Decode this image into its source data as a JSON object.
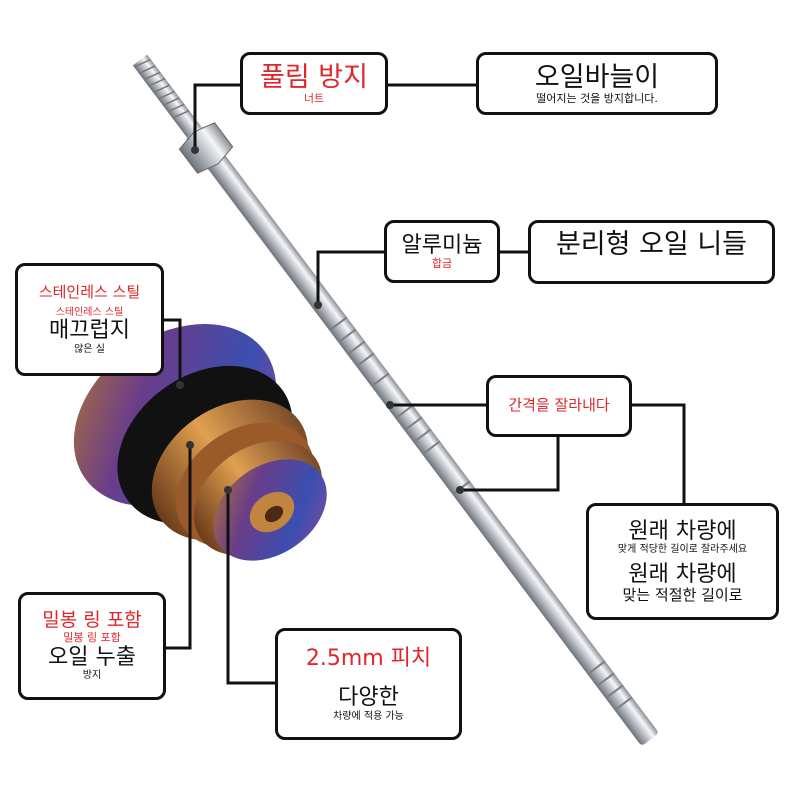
{
  "labels": {
    "anti_loosen": {
      "title": "풀림 방지",
      "sub": "너트"
    },
    "oil_needle": {
      "title": "오일바늘이",
      "sub": "떨어지는 것을 방지합니다."
    },
    "aluminum": {
      "title": "알루미늄",
      "sub": "합금"
    },
    "detachable": {
      "title": "분리형 오일 니들"
    },
    "cut_gap": {
      "title": "간격을 잘라내다"
    },
    "original_vehicle": {
      "title1": "원래 차량에",
      "sub1": "맞게 적당한 길이로 잘라주세요",
      "title2": "원래 차량에",
      "sub2": "맞는 적절한 길이로"
    },
    "stainless": {
      "red1": "스테인레스 스틸",
      "red2": "스테인레스 스틸",
      "title": "매끄럽지",
      "sub": "않은 실"
    },
    "seal_ring": {
      "red1": "밀봉 링 포함",
      "red2": "밀봉 링 포함",
      "title": "오일 누출",
      "sub": "방지"
    },
    "pitch": {
      "red": "2.5mm 피치",
      "title": "다양한",
      "sub": "차량에 적용 가능"
    }
  },
  "colors": {
    "accent_red": "#e0262b",
    "border": "#111111"
  }
}
